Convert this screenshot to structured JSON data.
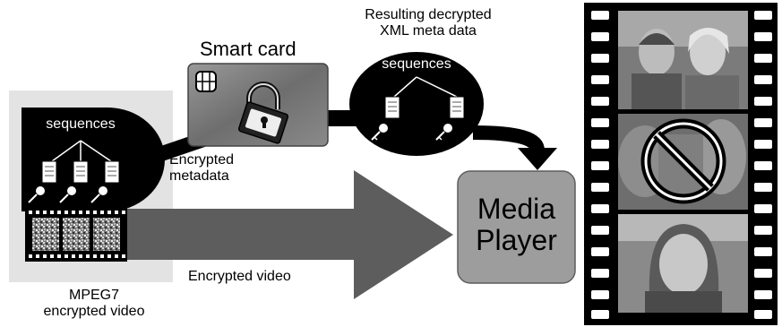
{
  "labels": {
    "smart_card": "Smart card",
    "resulting_line1": "Resulting decrypted",
    "resulting_line2": "XML meta data",
    "sequences_top": "sequences",
    "sequences_left": "sequences",
    "encrypted_metadata_line1": "Encrypted",
    "encrypted_metadata_line2": "metadata",
    "encrypted_video": "Encrypted video",
    "mpeg7_line1": "MPEG7",
    "mpeg7_line2": "encrypted video",
    "media_player_line1": "Media",
    "media_player_line2": "Player"
  },
  "colors": {
    "black": "#000000",
    "arrow_gray": "#5d5d5d",
    "panel_gray": "#e3e3e3",
    "card_gray": "#7a7a7a",
    "player_gray": "#9d9d9d"
  }
}
